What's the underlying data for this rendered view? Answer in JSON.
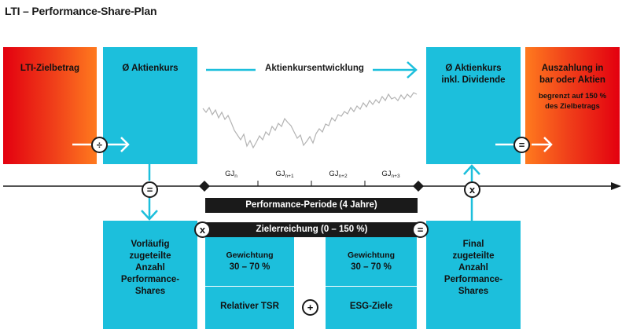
{
  "title": "LTI – Performance-Share-Plan",
  "boxes": {
    "lti_target": "LTI-Zielbetrag",
    "avg_price": "Ø Aktienkurs",
    "price_development": "Aktienkursentwicklung",
    "avg_price_dividend_line1": "Ø Aktienkurs",
    "avg_price_dividend_line2": "inkl. Dividende",
    "payout_line1": "Auszahlung in",
    "payout_line2": "bar oder Aktien",
    "payout_note_line1": "begrenzt auf 150 %",
    "payout_note_line2": "des Zielbetrags",
    "prelim_lines": [
      "Vorläufig",
      "zugeteilte",
      "Anzahl",
      "Performance-",
      "Shares"
    ],
    "final_lines": [
      "Final",
      "zugeteilte",
      "Anzahl",
      "Performance-",
      "Shares"
    ],
    "weight1_line1": "Gewichtung",
    "weight1_line2": "30 – 70 %",
    "weight2_line1": "Gewichtung",
    "weight2_line2": "30 – 70 %",
    "relative_tsr": "Relativer TSR",
    "esg_goals": "ESG-Ziele"
  },
  "bars": {
    "performance_period": "Performance-Periode (4 Jahre)",
    "target_achievement": "Zielerreichung (0 – 150 %)"
  },
  "fiscal_years": [
    {
      "base": "GJ",
      "sub": "n"
    },
    {
      "base": "GJ",
      "sub": "n+1"
    },
    {
      "base": "GJ",
      "sub": "n+2"
    },
    {
      "base": "GJ",
      "sub": "n+3"
    }
  ],
  "operators": {
    "divide": "÷",
    "equals_left": "=",
    "equals_timeline": "=",
    "multiply_timeline": "x",
    "multiply_bar": "x",
    "equals_bar": "=",
    "plus": "+"
  },
  "colors": {
    "cyan": "#1cbfdc",
    "red": "#e3000f",
    "orange": "#ff7a1e",
    "dark": "#1a1a1a",
    "stock_line": "#b3b3b3"
  }
}
